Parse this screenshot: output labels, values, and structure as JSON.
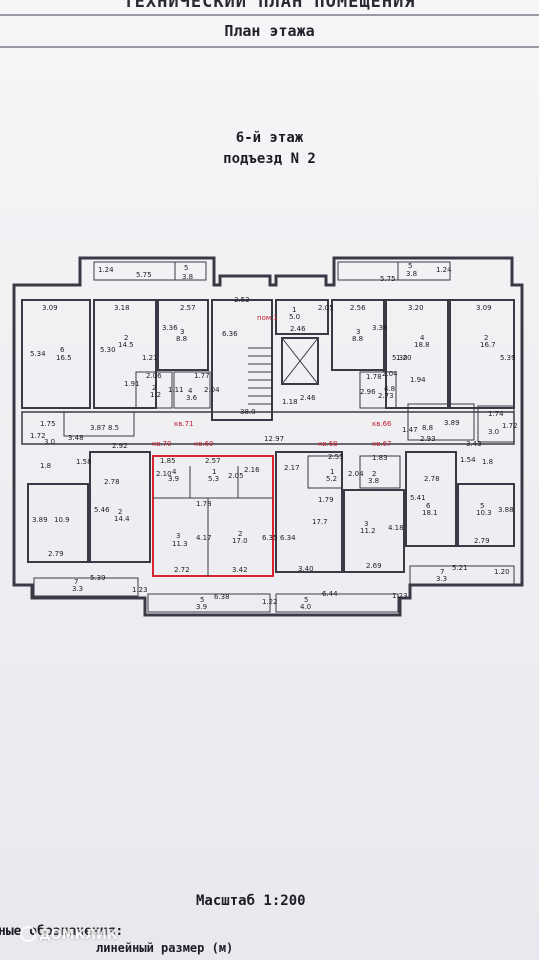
{
  "header": {
    "title_partial": "ТЕХНИЧЕСКИЙ ПЛАН ПОМЕЩЕНИЯ",
    "subtitle": "План этажа"
  },
  "floor_label": "6-й этаж",
  "entrance_label": "подъезд N 2",
  "scale_label": "Масштаб 1:200",
  "legend": {
    "heading_partial": "ные обозначения:",
    "item_partial": "линейный размер (м)"
  },
  "watermark": "ДОМКЛИК",
  "highlight_color": "#d8242e",
  "apartment_labels": {
    "left_main": "кв.70",
    "left_mid": "кв.69",
    "right_mid": "кв.68",
    "right_main": "кв.67",
    "top_left": "кв.71",
    "top_right": "кв.66",
    "stair": "пом.1"
  },
  "plan_labels": {
    "t1": "1.24",
    "t2": "5.75",
    "t3": "5",
    "t4": "3.8",
    "t5": "5.75",
    "t6": "5",
    "t7": "3.8",
    "t8": "1.24",
    "a1": "3.09",
    "a2": "3.18",
    "a3": "2.57",
    "a4": "2.52",
    "a5": "2.05",
    "a6": "2.56",
    "a7": "3.20",
    "a8": "3.09",
    "r1": "6",
    "r1a": "16.5",
    "r1b": "5.34",
    "r2": "2",
    "r2a": "14.5",
    "r2b": "5.30",
    "r3": "3",
    "r3a": "8.8",
    "r3b": "3.36",
    "r4": "1",
    "r4a": "5.0",
    "r4b": "2.46",
    "r5": "6.36",
    "r5a": "1.21",
    "r5b": "1.91",
    "r6": "3",
    "r6a": "8.8",
    "r6b": "3.36",
    "r7": "4",
    "r7a": "18.8",
    "r7b": "5.30",
    "r8": "2",
    "r8a": "16.7",
    "r8b": "5.39",
    "b1": "2.06",
    "b2": "1.77",
    "b3": "2",
    "b3a": "1.2",
    "b4": "4",
    "b4a": "3.6",
    "b5": "1.11",
    "b6": "2.04",
    "b7": "1.18",
    "b8": "2.46",
    "b9": "38.0",
    "b10": "1.78",
    "b11": "2.04",
    "b12": "2.96",
    "b13": "2.73",
    "b14": "4.8",
    "b15": "1.20",
    "b16": "1.94",
    "c1": "1.75",
    "c2": "1.72",
    "c3": "3.0",
    "c4": "3.87",
    "c5": "8.5",
    "c6": "3.48",
    "c7": "2.92",
    "c8": "12.97",
    "c9": "2.93",
    "c10": "1.47",
    "c11": "8.8",
    "c12": "3.89",
    "c13": "1.74",
    "c14": "3.0",
    "c15": "1.72",
    "c16": "3.43",
    "d1": "1.85",
    "d2": "2.57",
    "d3": "2.16",
    "d4": "2.10",
    "d5": "4",
    "d5a": "3.9",
    "d6": "1",
    "d6a": "5.3",
    "d7": "2.05",
    "d8": "1.78",
    "d9": "2.55",
    "d10": "1.83",
    "d11": "2.17",
    "d12": "1",
    "d12a": "5.2",
    "d13": "2.04",
    "d14": "2",
    "d14a": "3.8",
    "d15": "1.79",
    "e1": "1.58",
    "e2": "1.8",
    "e3": "2.78",
    "e4": "2.78",
    "e5": "1.54",
    "e6": "1.8",
    "f1": "3.89",
    "f2": "10.9",
    "f3": "5.46",
    "f4": "2",
    "f4a": "14.4",
    "f5": "3",
    "f5a": "11.3",
    "f6": "4.17",
    "f7": "2",
    "f7a": "17.0",
    "f8": "6.35",
    "f9": "6.34",
    "f10": "17.7",
    "f11": "3",
    "f11a": "11.2",
    "f12": "4.18",
    "f13": "5.41",
    "f14": "6",
    "f14a": "18.1",
    "f15": "5",
    "f15a": "10.3",
    "f16": "3.88",
    "g1": "2.79",
    "g2": "2.72",
    "g3": "3.42",
    "g4": "3.40",
    "g5": "2.69",
    "g6": "2.79",
    "h1": "7",
    "h1a": "3.3",
    "h2": "5.39",
    "h3": "1.23",
    "h4": "6.38",
    "h5": "1.22",
    "h6": "6.44",
    "h7": "1.23",
    "h8": "5.21",
    "h9": "1.20",
    "h10": "7",
    "h10a": "3.3",
    "h11": "5",
    "h11a": "3.9",
    "h12": "5",
    "h12a": "4.0"
  }
}
